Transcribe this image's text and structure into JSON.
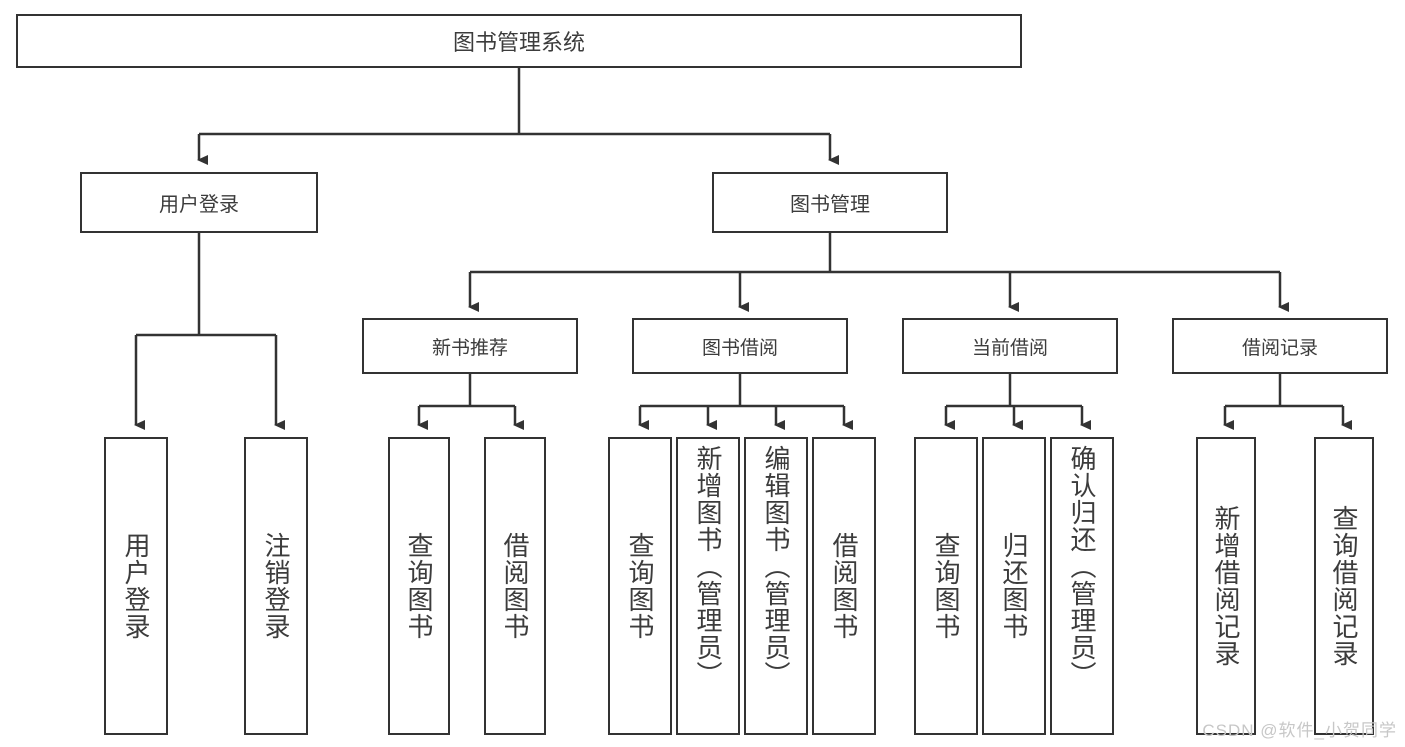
{
  "diagram": {
    "title": "图书管理系统",
    "type": "hierarchy-tree",
    "root": {
      "label": "图书管理系统"
    },
    "level1": [
      {
        "label": "用户登录"
      },
      {
        "label": "图书管理"
      }
    ],
    "level2": [
      {
        "label": "新书推荐"
      },
      {
        "label": "图书借阅"
      },
      {
        "label": "当前借阅"
      },
      {
        "label": "借阅记录"
      }
    ],
    "leaves": {
      "user_login": [
        {
          "label": "用户登录"
        },
        {
          "label": "注销登录"
        }
      ],
      "new_book_recommend": [
        {
          "label": "查询图书"
        },
        {
          "label": "借阅图书"
        }
      ],
      "book_borrow": [
        {
          "label": "查询图书"
        },
        {
          "label": "新增图书（管理员）"
        },
        {
          "label": "编辑图书（管理员）"
        },
        {
          "label": "借阅图书"
        }
      ],
      "current_borrow": [
        {
          "label": "查询图书"
        },
        {
          "label": "归还图书"
        },
        {
          "label": "确认归还（管理员）"
        }
      ],
      "borrow_record": [
        {
          "label": "新增借阅记录"
        },
        {
          "label": "查询借阅记录"
        }
      ]
    },
    "watermark": "CSDN @软件_小贺同学",
    "colors": {
      "background": "#ffffff",
      "border": "#333333",
      "text": "#3c3c3c",
      "watermark": "#c7c7c7"
    }
  }
}
